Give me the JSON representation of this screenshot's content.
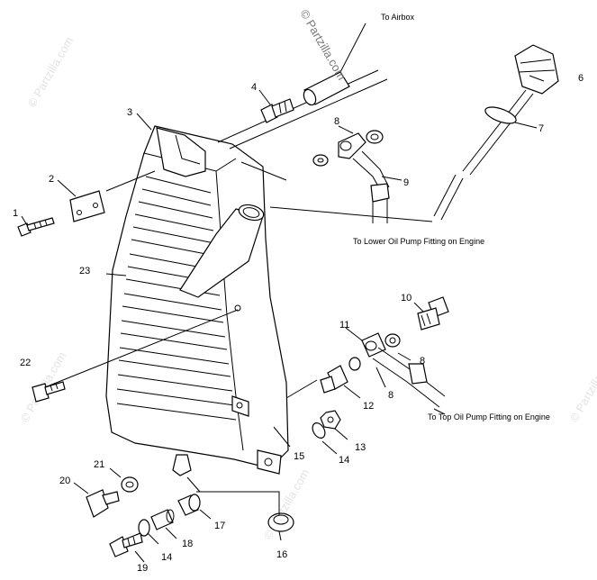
{
  "diagram": {
    "watermark_main": "© Partzilla.com",
    "watermark_faint": "© Partzilla.com",
    "notes": {
      "to_airbox": "To Airbox",
      "to_lower_pump": "To Lower Oil Pump Fitting on Engine",
      "to_top_pump": "To Top Oil Pump Fitting on Engine"
    },
    "callouts": {
      "c1": "1",
      "c2": "2",
      "c3": "3",
      "c4": "4",
      "c6": "6",
      "c7": "7",
      "c8a": "8",
      "c8b": "8",
      "c8c": "8",
      "c9": "9",
      "c10": "10",
      "c11": "11",
      "c12": "12",
      "c13": "13",
      "c14a": "14",
      "c14b": "14",
      "c15": "15",
      "c16": "16",
      "c17": "17",
      "c18": "18",
      "c19": "19",
      "c20": "20",
      "c21": "21",
      "c22": "22",
      "c23": "23"
    }
  }
}
